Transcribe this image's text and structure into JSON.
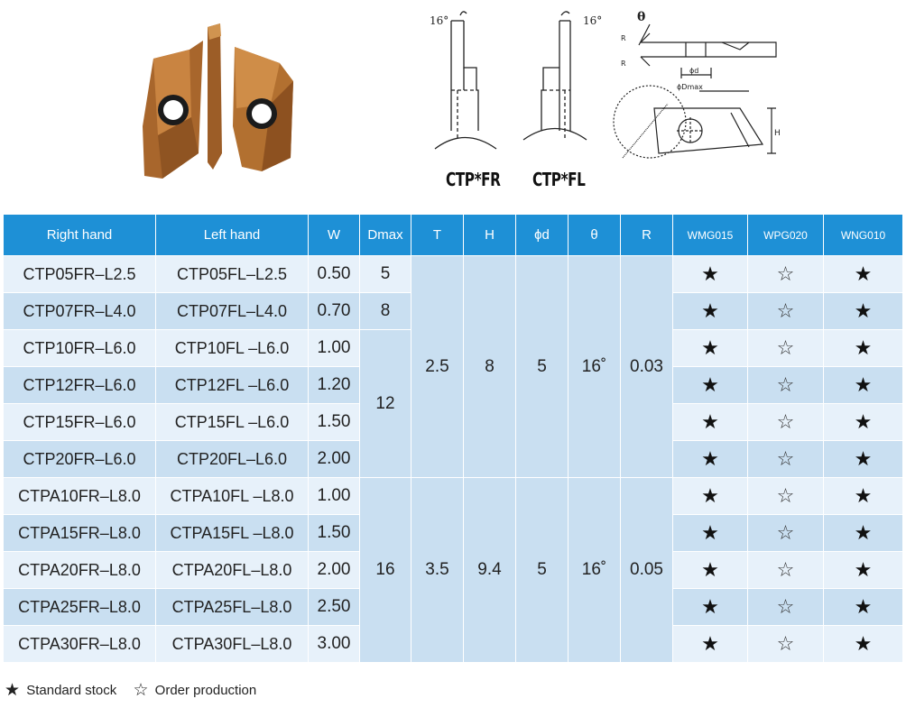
{
  "drawings": {
    "angle_label_left": "16°",
    "angle_label_right": "16°",
    "theta_label": "θ",
    "r_label": "R",
    "phi_d_label": "ϕd",
    "phi_dmax_label": "ϕDmax",
    "h_label": "H",
    "caption_fr": "CTP*FR",
    "caption_fl": "CTP*FL"
  },
  "table": {
    "headers": [
      "Right hand",
      "Left hand",
      "W",
      "Dmax",
      "T",
      "H",
      "ϕd",
      "θ",
      "R",
      "WMG015",
      "WPG020",
      "WNG010"
    ],
    "rows": [
      {
        "right": "CTP05FR–L2.5",
        "left": "CTP05FL–L2.5",
        "w": "0.50",
        "wmg": "★",
        "wpg": "☆",
        "wng": "★"
      },
      {
        "right": "CTP07FR–L4.0",
        "left": "CTP07FL–L4.0",
        "w": "0.70",
        "wmg": "★",
        "wpg": "☆",
        "wng": "★"
      },
      {
        "right": "CTP10FR–L6.0",
        "left": "CTP10FL –L6.0",
        "w": "1.00",
        "wmg": "★",
        "wpg": "☆",
        "wng": "★"
      },
      {
        "right": "CTP12FR–L6.0",
        "left": "CTP12FL –L6.0",
        "w": "1.20",
        "wmg": "★",
        "wpg": "☆",
        "wng": "★"
      },
      {
        "right": "CTP15FR–L6.0",
        "left": "CTP15FL –L6.0",
        "w": "1.50",
        "wmg": "★",
        "wpg": "☆",
        "wng": "★"
      },
      {
        "right": "CTP20FR–L6.0",
        "left": "CTP20FL–L6.0",
        "w": "2.00",
        "wmg": "★",
        "wpg": "☆",
        "wng": "★"
      },
      {
        "right": "CTPA10FR–L8.0",
        "left": "CTPA10FL –L8.0",
        "w": "1.00",
        "wmg": "★",
        "wpg": "☆",
        "wng": "★"
      },
      {
        "right": "CTPA15FR–L8.0",
        "left": "CTPA15FL –L8.0",
        "w": "1.50",
        "wmg": "★",
        "wpg": "☆",
        "wng": "★"
      },
      {
        "right": "CTPA20FR–L8.0",
        "left": "CTPA20FL–L8.0",
        "w": "2.00",
        "wmg": "★",
        "wpg": "☆",
        "wng": "★"
      },
      {
        "right": "CTPA25FR–L8.0",
        "left": "CTPA25FL–L8.0",
        "w": "2.50",
        "wmg": "★",
        "wpg": "☆",
        "wng": "★"
      },
      {
        "right": "CTPA30FR–L8.0",
        "left": "CTPA30FL–L8.0",
        "w": "3.00",
        "wmg": "★",
        "wpg": "☆",
        "wng": "★"
      }
    ],
    "dmax": {
      "row1": "5",
      "row2": "8",
      "rows3to6": "12",
      "rows7to11": "16"
    },
    "group1": {
      "t": "2.5",
      "h": "8",
      "phid": "5",
      "theta": "16˚",
      "r": "0.03"
    },
    "group2": {
      "t": "3.5",
      "h": "9.4",
      "phid": "5",
      "theta": "16˚",
      "r": "0.05"
    }
  },
  "legend": {
    "standard_symbol": "★",
    "standard_label": "Standard stock",
    "order_symbol": "☆",
    "order_label": "Order production"
  },
  "colors": {
    "header_bg": "#1e90d6",
    "row_light": "#e7f1fa",
    "row_dark": "#c9dff1",
    "insert_coating": "#b06a2e"
  }
}
